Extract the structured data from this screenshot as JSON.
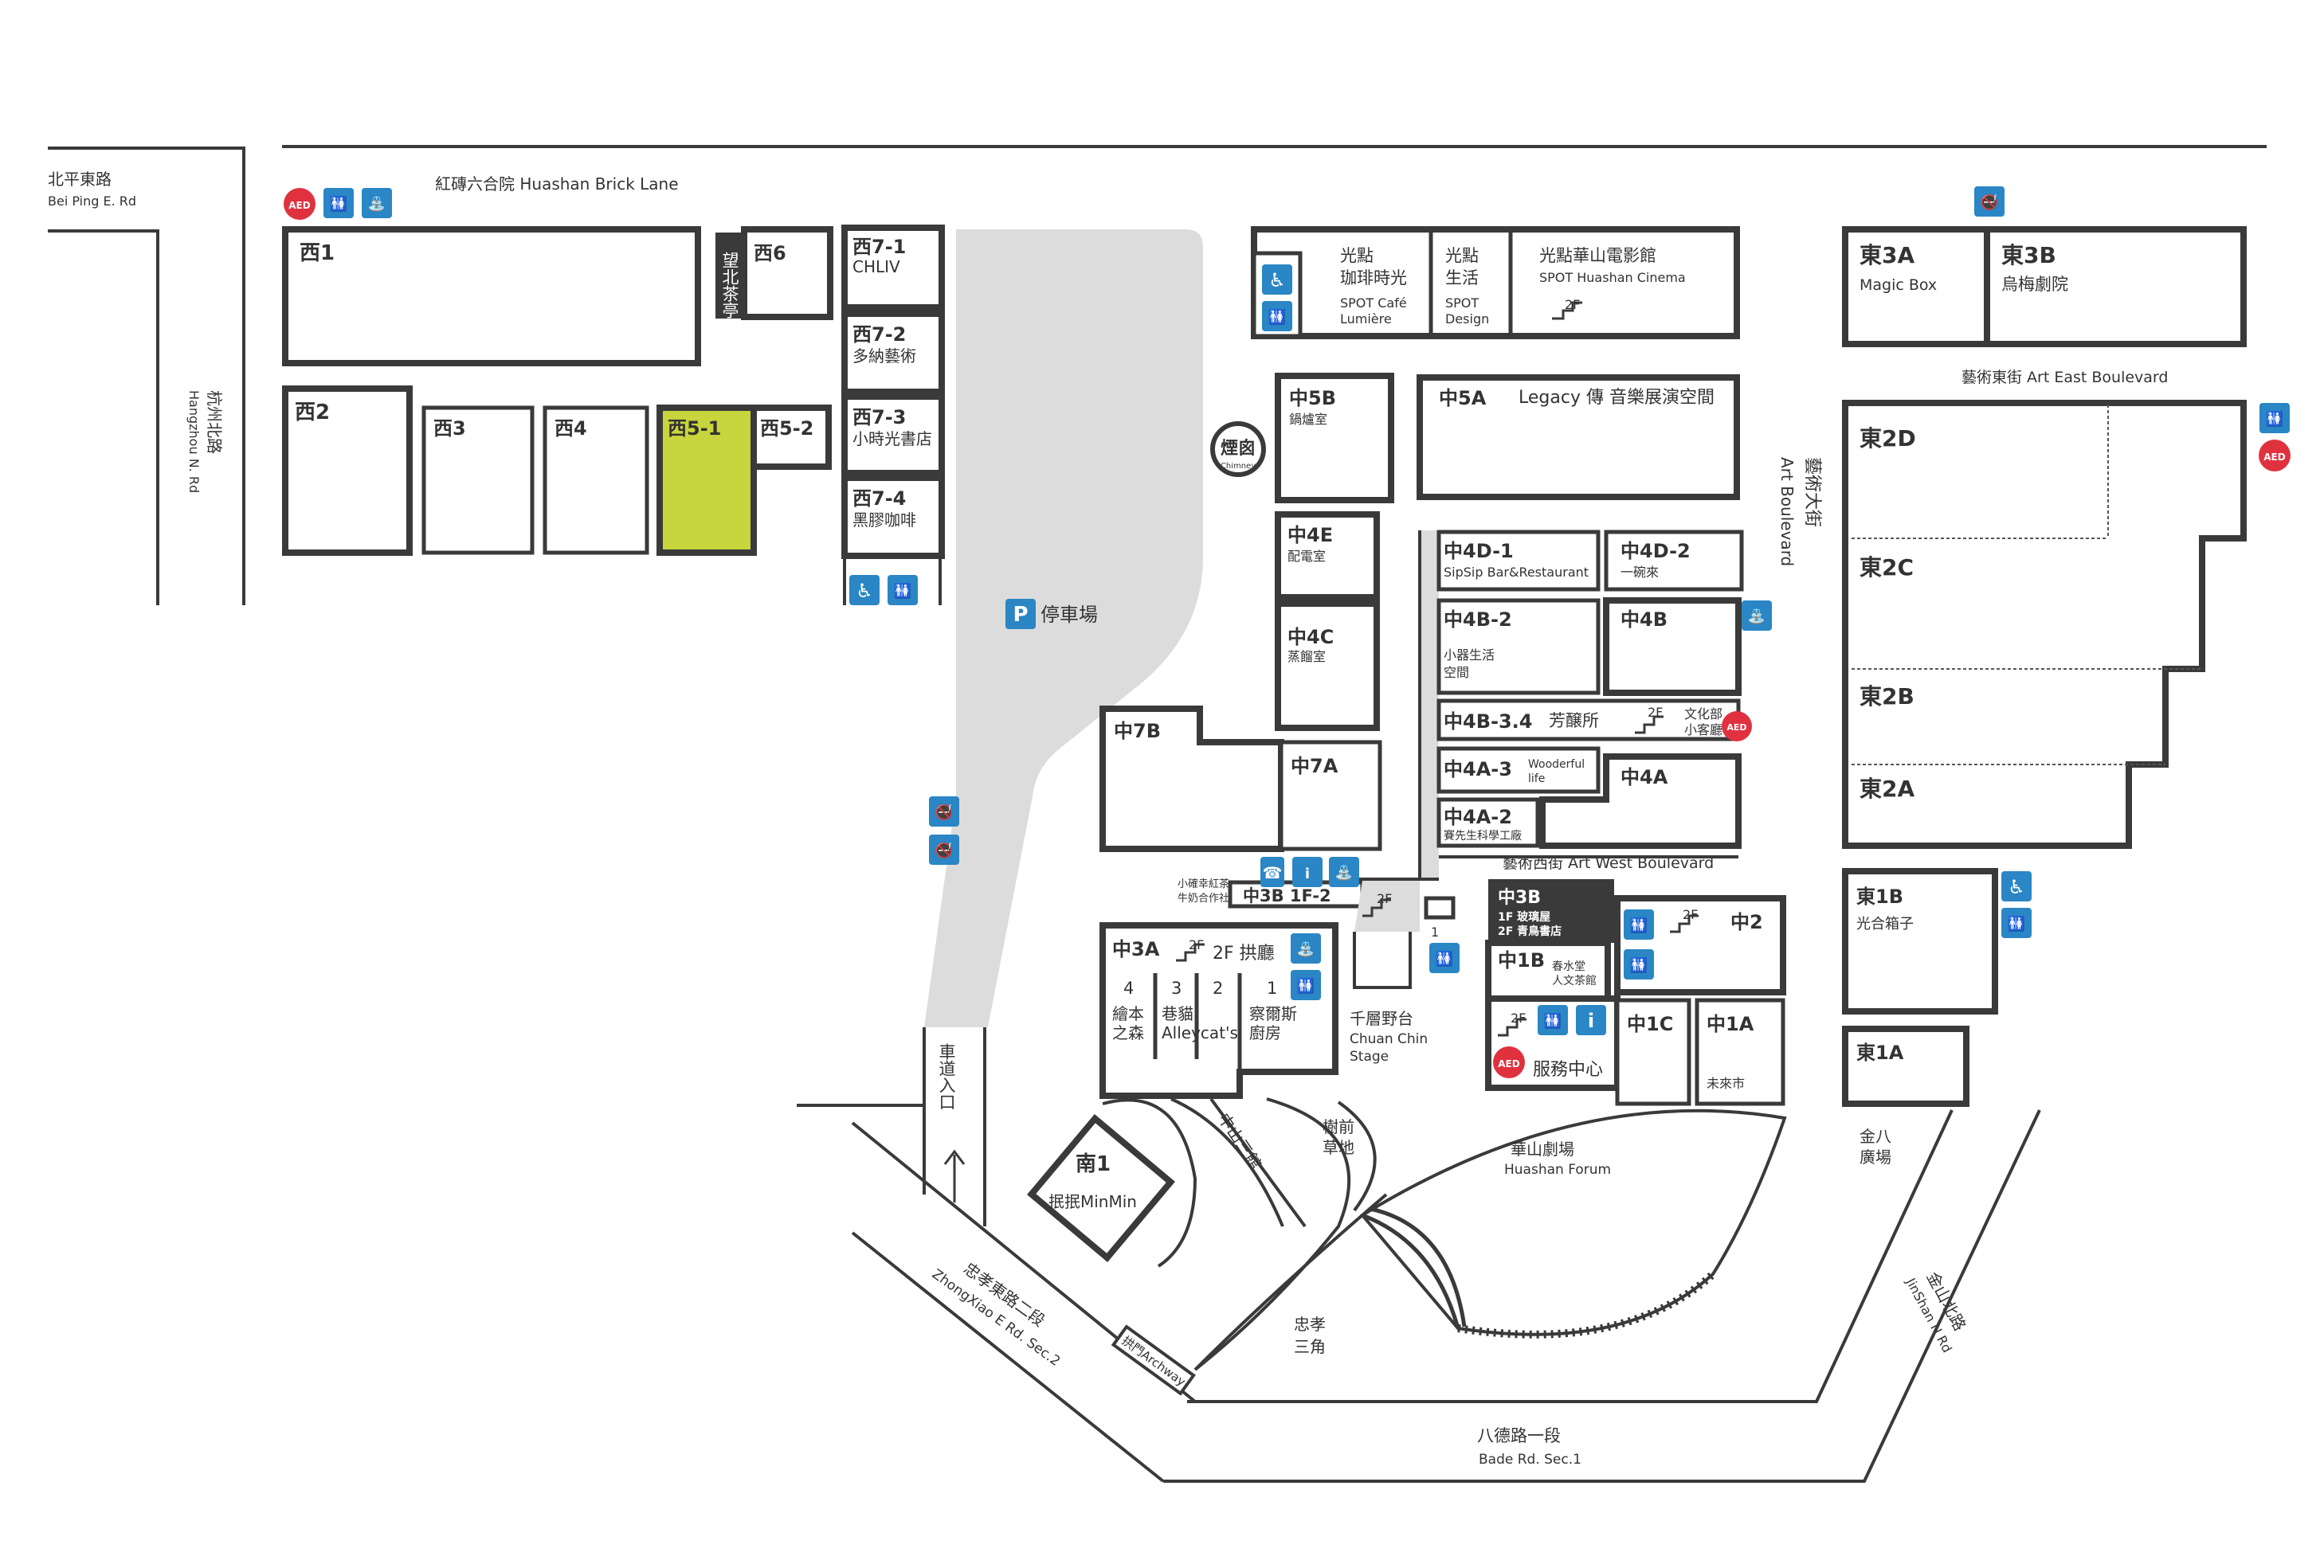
{
  "colors": {
    "line": "#3a3a3a",
    "parking": "#dcdcdc",
    "icon": "#2a86c5",
    "aed": "#e0313f",
    "highlight": "#c8d53c",
    "dark": "#3a3a3a"
  },
  "roads": {
    "beiping_zh": "北平東路",
    "beiping_en": "Bei Ping E. Rd",
    "hangzhou_zh": "杭州北路",
    "hangzhou_en": "Hangzhou N. Rd",
    "brick_lane": "紅磚六合院 Huashan Brick Lane",
    "art_blvd_zh": "藝術大街",
    "art_blvd_en": "Art Boulevard",
    "art_east": "藝術東街 Art East Boulevard",
    "art_west": "藝術西街 Art West Boulevard",
    "zhongxiao_zh": "忠孝東路二段",
    "zhongxiao_en": "ZhongXiao E Rd. Sec.2",
    "bade_zh": "八德路一段",
    "bade_en": "Bade Rd. Sec.1",
    "jinshan_zh": "金山北路",
    "jinshan_en": "JinShan N Rd",
    "driveway": "車道入口"
  },
  "west": {
    "w1": "西1",
    "w2": "西2",
    "w3": "西3",
    "w4": "西4",
    "w5_1": "西5-1",
    "w5_2": "西5-2",
    "w6": "西6",
    "teahouse": "望北茶亭",
    "w7_1": "西7-1",
    "w7_1_name": "CHLIV",
    "w7_2": "西7-2",
    "w7_2_name": "多納藝術",
    "w7_3": "西7-3",
    "w7_3_name": "小時光書店",
    "w7_4": "西7-4",
    "w7_4_name": "黑膠咖啡"
  },
  "parking": {
    "label": "停車場",
    "icon": "P"
  },
  "chimney": {
    "zh": "煙囪",
    "en": "Chimney"
  },
  "spot": {
    "cafe_zh1": "光點",
    "cafe_zh2": "珈琲時光",
    "cafe_en1": "SPOT Café",
    "cafe_en2": "Lumière",
    "design_zh1": "光點",
    "design_zh2": "生活",
    "design_en1": "SPOT",
    "design_en2": "Design",
    "cinema_zh": "光點華山電影館",
    "cinema_en": "SPOT Huashan Cinema",
    "floor": "2F"
  },
  "central": {
    "c5b": "中5B",
    "c5b_name": "鍋爐室",
    "c5a": "中5A",
    "c5a_name": "Legacy 傳 音樂展演空間",
    "c4e": "中4E",
    "c4e_name": "配電室",
    "c4c": "中4C",
    "c4c_name": "蒸餾室",
    "c7b": "中7B",
    "c7a": "中7A",
    "c4d1": "中4D-1",
    "c4d1_name": "SipSip Bar&Restaurant",
    "c4d2": "中4D-2",
    "c4d2_name": "一碗來",
    "c4b2": "中4B-2",
    "c4b2_name1": "小器生活",
    "c4b2_name2": "空間",
    "c4b": "中4B",
    "c4b34": "中4B-3.4",
    "c4b34_name": "芳醸所",
    "c4b34_floor": "2F",
    "culture1": "文化部",
    "culture2": "小客廳",
    "c4a3": "中4A-3",
    "c4a3_name1": "Wooderful",
    "c4a3_name2": "life",
    "c4a": "中4A",
    "c4a2": "中4A-2",
    "c4a2_name": "賽先生科學工廠",
    "c3b12": "中3B 1F-2",
    "c3b12_name1": "小確幸紅茶",
    "c3b12_name2": "牛奶合作社",
    "c3b": "中3B",
    "c3b_1f": "1F 玻璃屋",
    "c3b_2f": "2F 青鳥書店",
    "c3a": "中3A",
    "c3a_floor": "2F 拱廳",
    "n4": "4",
    "n3": "3",
    "n2": "2",
    "n1": "1",
    "c3a_4a": "繪本",
    "c3a_4b": "之森",
    "c3a_3a": "巷貓",
    "c3a_3b": "Alleycat's",
    "c3a_1a": "察爾斯",
    "c3a_1b": "廚房",
    "stage_zh": "千層野台",
    "stage_en1": "Chuan Chin",
    "stage_en2": "Stage",
    "c1b": "中1B",
    "c1b_name1": "春水堂",
    "c1b_name2": "人文茶館",
    "c2": "中2",
    "c1c": "中1C",
    "c1a": "中1A",
    "c1a_name": "未來市",
    "service": "服務中心",
    "floor2f": "2F"
  },
  "east": {
    "e3a": "東3A",
    "e3a_name": "Magic Box",
    "e3b": "東3B",
    "e3b_name": "烏梅劇院",
    "e2d": "東2D",
    "e2c": "東2C",
    "e2b": "東2B",
    "e2a": "東2A",
    "e1b": "東1B",
    "e1b_name": "光合箱子",
    "e1a": "東1A",
    "jinba1": "金八",
    "jinba2": "廣場"
  },
  "south": {
    "s1": "南1",
    "s1_name": "抿抿MinMin",
    "zhongshan": "中山三館",
    "lawn1": "樹前",
    "lawn2": "草地",
    "forum_zh": "華山劇場",
    "forum_en": "Huashan Forum",
    "triangle1": "忠孝",
    "triangle2": "三角",
    "archway": "拱門Archway"
  },
  "icons": {
    "aed": "AED",
    "wheelchair": "♿",
    "toilet": "🚻",
    "fountain": "⛲",
    "smoke": "🚭",
    "phone": "☎",
    "info": "i"
  }
}
